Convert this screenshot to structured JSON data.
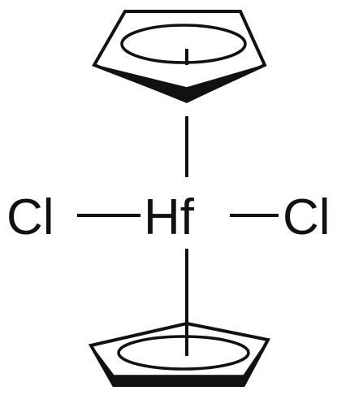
{
  "molecule": {
    "center_atom": "Hf",
    "left_ligand": "Cl",
    "right_ligand": "Cl"
  },
  "icons": {
    "top_ring": "cyclopentadienyl-ring-icon",
    "bottom_ring": "cyclopentadienyl-ring-icon"
  },
  "colors": {
    "ink": "#111111",
    "background": "#ffffff"
  }
}
